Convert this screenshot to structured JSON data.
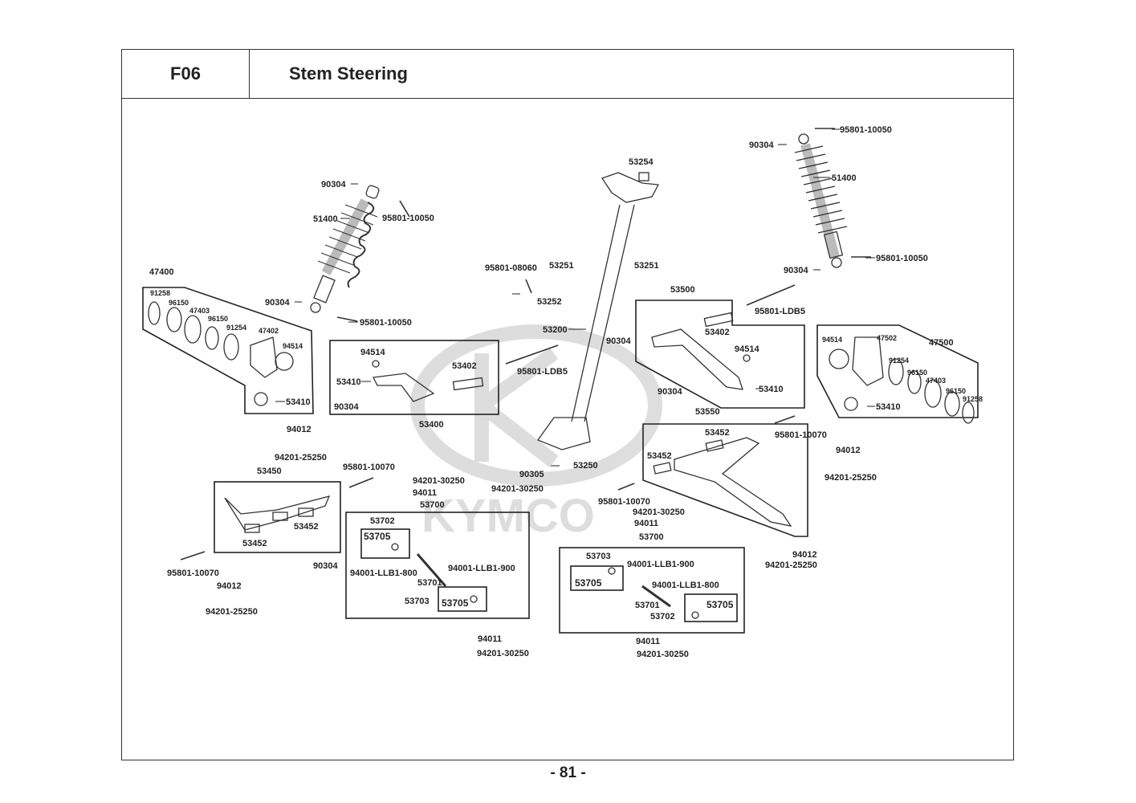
{
  "header": {
    "code": "F06",
    "title": "Stem Steering"
  },
  "page_number": "- 81 -",
  "watermark": "KYMCO",
  "parts": {
    "shock_left": {
      "cap": "90304",
      "spring": "51400",
      "bolt_top": "95801-10050",
      "nut_bottom": "90304",
      "bolt_bottom": "95801-10050"
    },
    "shock_right": {
      "bolt_top": "95801-10050",
      "nut_top": "90304",
      "spring": "51400",
      "nut_bottom": "90304",
      "bolt_bottom": "95801-10050"
    },
    "knuckle_left": {
      "group": "47400",
      "items": [
        "91258",
        "96150",
        "47403",
        "96150",
        "91254",
        "47402",
        "94514"
      ],
      "ball": "53410"
    },
    "knuckle_right": {
      "group": "47500",
      "items": [
        "94514",
        "47502",
        "91254",
        "96150",
        "47403",
        "96150",
        "91258"
      ],
      "ball": "53410"
    },
    "upper_arm_left": {
      "nut_top": "94514",
      "ball": "53410",
      "bushing": "53402",
      "nut": "90304",
      "group": "53400",
      "pivot": "95801-LDB5"
    },
    "upper_arm_right": {
      "group": "53500",
      "bushing": "53402",
      "nut": "94514",
      "ball": "53410",
      "pivot": "95801-LDB5",
      "nut2": "90304"
    },
    "stem": {
      "top": "53254",
      "bolt": "95801-08060",
      "clamp": "53251",
      "clamp2": "53252",
      "clamp_right": "53251",
      "shaft": "53200",
      "nut": "90305",
      "bottom": "53250",
      "bolt_bottom": "94201-30250"
    },
    "lower_arm_left": {
      "nut": "94012",
      "bolt": "94201-25250",
      "group": "53450",
      "bushing_a": "53452",
      "bushing_b": "53452",
      "pivot": "95801-10070",
      "nut2": "94012",
      "bolt2": "94201-25250",
      "nut3": "90304"
    },
    "lower_arm_right": {
      "group": "53550",
      "bushing_a": "53452",
      "bushing_b": "53452",
      "pivot": "95801-10070",
      "nut": "94012",
      "bolt": "94201-25250",
      "nut2": "94012",
      "bolt2": "94201-25250",
      "pivot_left": "95801-10070"
    },
    "tierod_left": {
      "bolt_top": "94201-30250",
      "nut_top": "94011",
      "group": "53700",
      "end_a": "53702",
      "boot_a": "53705",
      "pin_a": "94001-LLB1-800",
      "rod": "53701",
      "pin_b": "94001-LLB1-900",
      "end_b": "53703",
      "boot_b": "53705",
      "nut_bottom": "94011",
      "bolt_bottom": "94201-30250"
    },
    "tierod_right": {
      "bolt_top": "94201-30250",
      "nut_top": "94011",
      "group": "53700",
      "end_a": "53703",
      "pin_a": "94001-LLB1-900",
      "boot_a": "53705",
      "pin_b": "94001-LLB1-800",
      "rod": "53701",
      "end_b": "53702",
      "boot_b": "53705",
      "nut_bottom": "94011",
      "bolt_bottom": "94201-30250"
    }
  }
}
